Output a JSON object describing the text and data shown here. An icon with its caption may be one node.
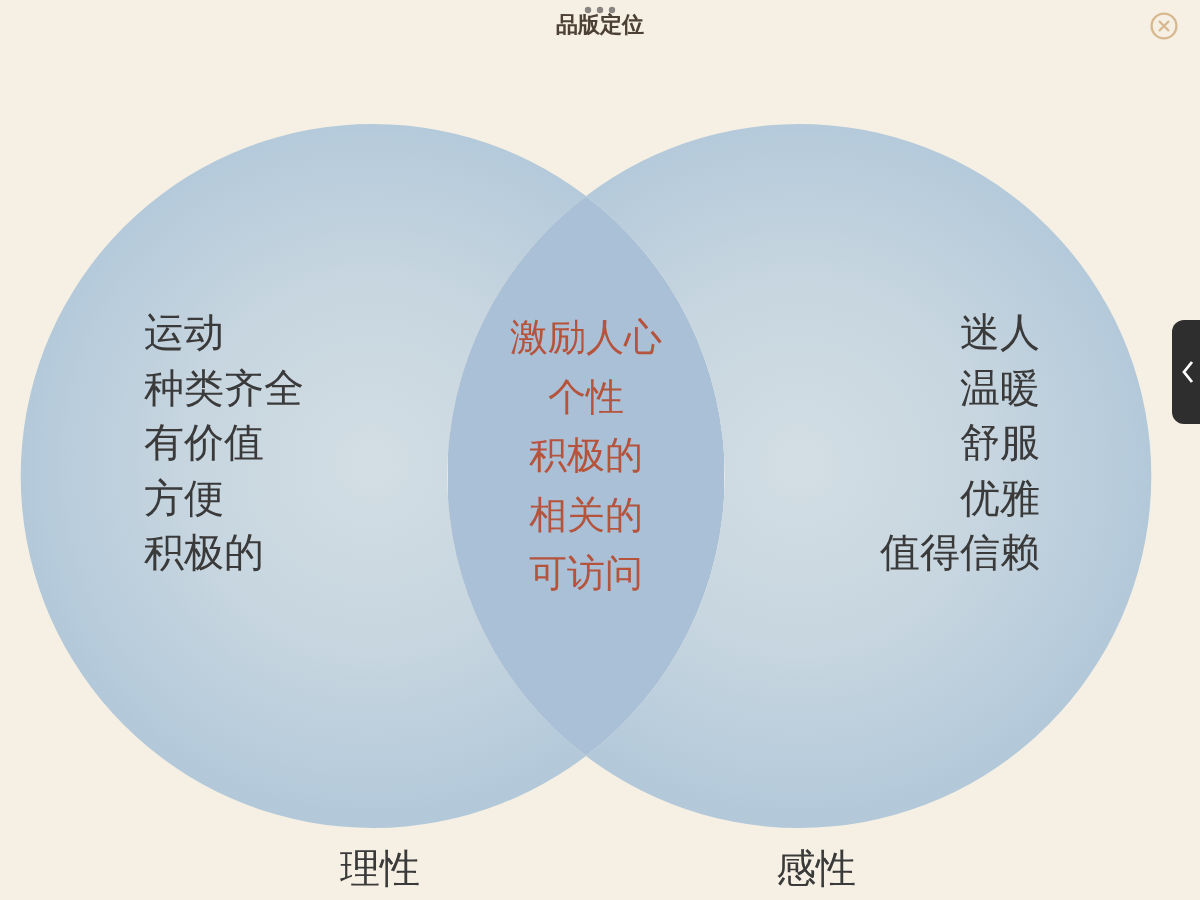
{
  "diagram": {
    "title": "品版定位",
    "nodes": [
      {
        "text": [
          "运动",
          "种类齐全",
          "有价值",
          "方便",
          "积极的"
        ],
        "beside": [
          "理性"
        ]
      },
      {
        "text": [
          "激励人心",
          "个性",
          "积极的",
          "相关的",
          "可访问"
        ]
      },
      {
        "text": [
          "迷人",
          "温暖",
          "舒服",
          "优雅",
          "值得信赖"
        ],
        "beside": [
          "感性"
        ]
      }
    ]
  }
}
